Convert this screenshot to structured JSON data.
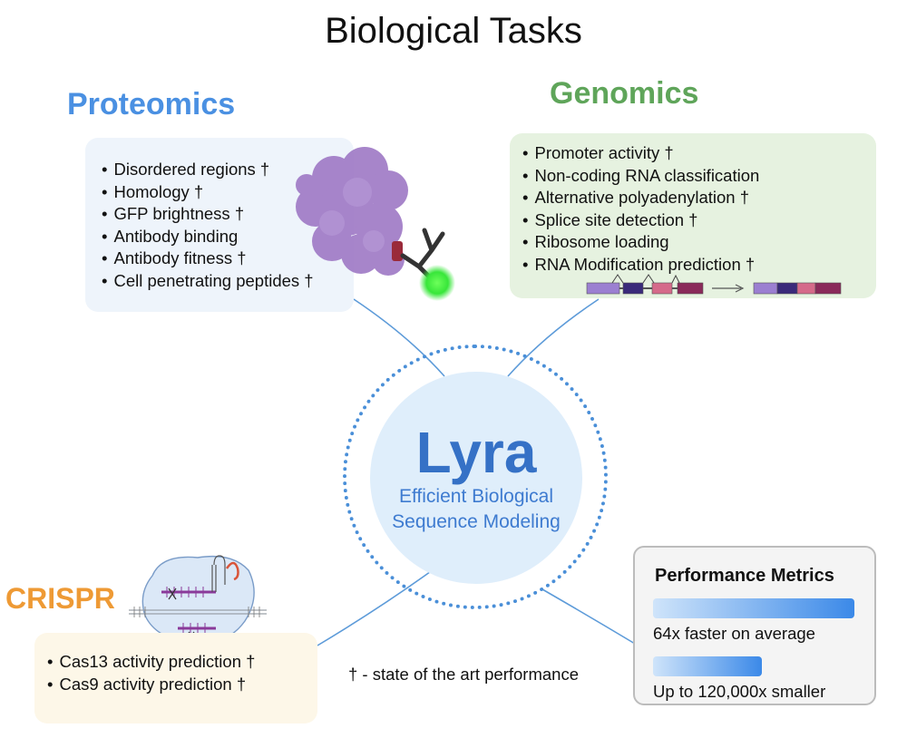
{
  "title": "Biological Tasks",
  "proteomics": {
    "title": "Proteomics",
    "items": [
      "Disordered regions †",
      "Homology †",
      "GFP brightness †",
      "Antibody binding",
      "Antibody fitness †",
      "Cell penetrating peptides †"
    ],
    "title_color": "#4a90e2",
    "panel_color": "#eef4fb"
  },
  "genomics": {
    "title": "Genomics",
    "items": [
      "Promoter activity †",
      "Non-coding RNA classification",
      "Alternative polyadenylation †",
      "Splice site detection †",
      "Ribosome loading",
      "RNA Modification prediction †"
    ],
    "title_color": "#5fa55a",
    "panel_color": "#e6f2e0"
  },
  "crispr": {
    "title": "CRISPR",
    "items": [
      "Cas13 activity prediction †",
      "Cas9 activity prediction †"
    ],
    "title_color": "#ee9a35",
    "panel_color": "#fdf7e8"
  },
  "center": {
    "title": "Lyra",
    "subtitle_line1": "Efficient Biological",
    "subtitle_line2": "Sequence Modeling",
    "title_color": "#3571c6"
  },
  "metrics": {
    "title": "Performance Metrics",
    "items": [
      {
        "label": "64x faster on average",
        "fill": 1.0
      },
      {
        "label": "Up to 120,000x smaller",
        "fill": 0.54
      }
    ]
  },
  "footnote": "† - state of the art performance",
  "icons": [
    "protein-antibody-illustration",
    "rna-splicing-illustration",
    "crispr-complex-illustration"
  ]
}
